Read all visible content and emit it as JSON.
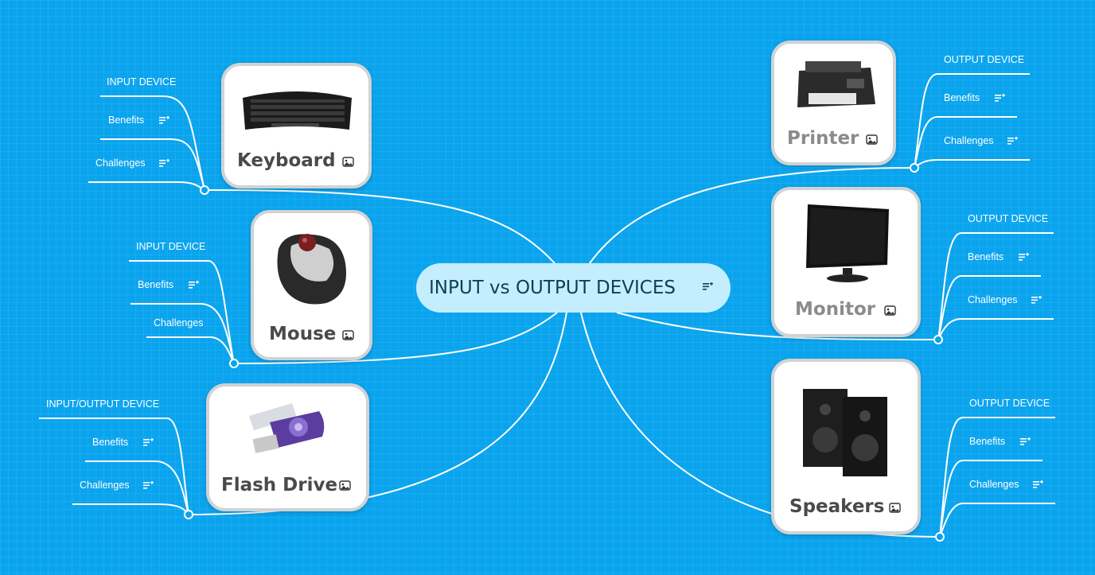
{
  "central": {
    "label": "INPUT vs OUTPUT DEVICES",
    "icon": "notes-icon"
  },
  "nodes": {
    "keyboard": {
      "title": "Keyboard",
      "image_icon": "image-icon",
      "children": [
        "INPUT DEVICE",
        "Benefits",
        "Challenges"
      ]
    },
    "mouse": {
      "title": "Mouse",
      "image_icon": "image-icon",
      "children": [
        "INPUT DEVICE",
        "Benefits",
        "Challenges"
      ]
    },
    "flash_drive": {
      "title": "Flash Drive",
      "image_icon": "image-icon",
      "children": [
        "INPUT/OUTPUT DEVICE",
        "Benefits",
        "Challenges"
      ]
    },
    "printer": {
      "title": "Printer",
      "image_icon": "image-icon",
      "children": [
        "OUTPUT DEVICE",
        "Benefits",
        "Challenges"
      ]
    },
    "monitor": {
      "title": "Monitor",
      "image_icon": "image-icon",
      "children": [
        "OUTPUT DEVICE",
        "Benefits",
        "Challenges"
      ]
    },
    "speakers": {
      "title": "Speakers",
      "image_icon": "image-icon",
      "children": [
        "OUTPUT DEVICE",
        "Benefits",
        "Challenges"
      ]
    }
  },
  "colors": {
    "background": "#0aa4ee",
    "central_fill": "#c4eefd",
    "central_text": "#0e3f58",
    "card_title": "#4a4a4a",
    "card_title_muted": "#8b8b8b",
    "connector": "#ffffff"
  }
}
